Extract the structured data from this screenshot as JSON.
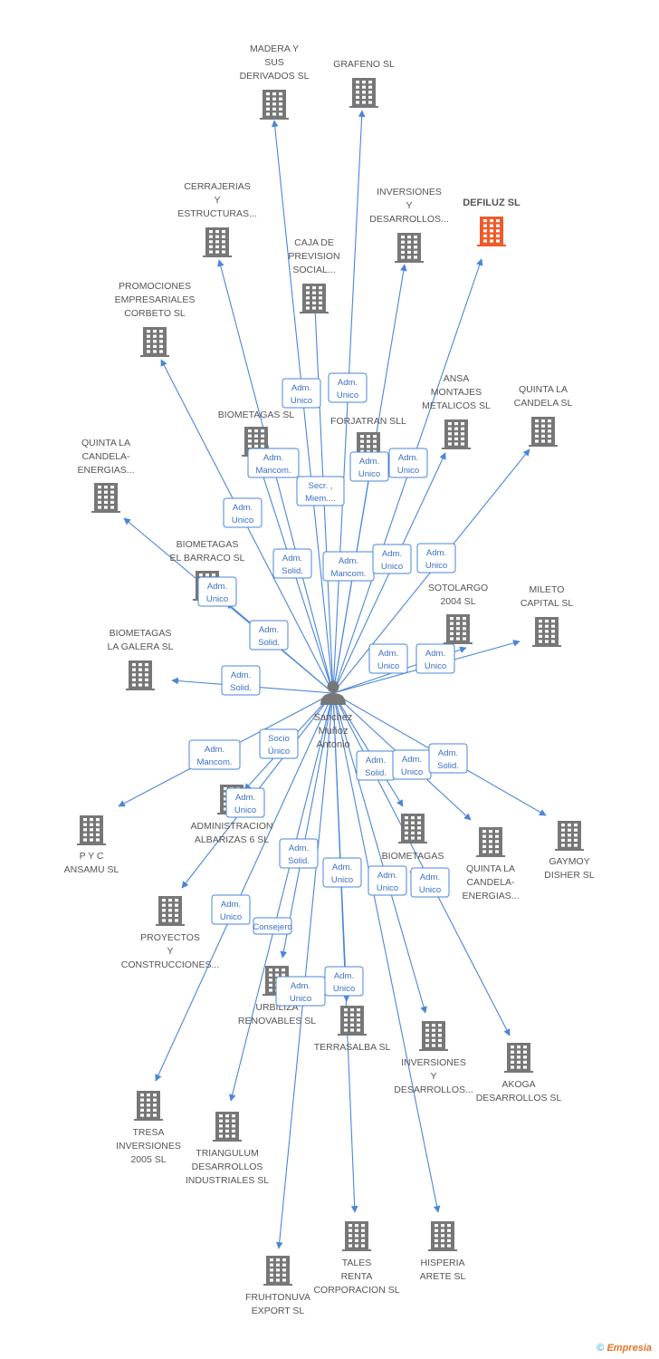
{
  "center": {
    "name": "Sanchez\nMuñoz\nAntonio",
    "icon": "person-icon"
  },
  "colors": {
    "edge": "#4a86d8",
    "building": "#777777",
    "highlight_building": "#f05a2a"
  },
  "nodes": [
    {
      "id": "madera",
      "label": "MADERA Y\nSUS\nDERIVADOS  SL",
      "icon": "building-icon"
    },
    {
      "id": "grafeno",
      "label": "GRAFENO SL",
      "icon": "building-icon"
    },
    {
      "id": "cerrajerias",
      "label": "CERRAJERIAS\nY\nESTRUCTURAS...",
      "icon": "building-icon"
    },
    {
      "id": "inversiones1",
      "label": "INVERSIONES\nY\nDESARROLLOS...",
      "icon": "building-icon"
    },
    {
      "id": "defiluz",
      "label": "DEFILUZ SL",
      "icon": "building-icon",
      "highlight": true
    },
    {
      "id": "caja",
      "label": "CAJA DE\nPREVISION\nSOCIAL...",
      "icon": "building-icon"
    },
    {
      "id": "promociones",
      "label": "PROMOCIONES\nEMPRESARIALES\nCORBETO SL",
      "icon": "building-icon"
    },
    {
      "id": "ansa",
      "label": "ANSA\nMONTAJES\nMETALICOS  SL",
      "icon": "building-icon"
    },
    {
      "id": "quinta1",
      "label": "QUINTA LA\nCANDELA SL",
      "icon": "building-icon"
    },
    {
      "id": "biometagas1",
      "label": "BIOMETAGAS SL",
      "icon": "building-icon"
    },
    {
      "id": "forjatran",
      "label": "FORJATRAN SLL",
      "icon": "building-icon"
    },
    {
      "id": "quinta2",
      "label": "QUINTA LA\nCANDELA-\nENERGIAS...",
      "icon": "building-icon"
    },
    {
      "id": "barraco",
      "label": "BIOMETAGAS\nEL BARRACO SL",
      "icon": "building-icon"
    },
    {
      "id": "sotolargo",
      "label": "SOTOLARGO\n2004 SL",
      "icon": "building-icon"
    },
    {
      "id": "mileto",
      "label": "MILETO\nCAPITAL SL",
      "icon": "building-icon"
    },
    {
      "id": "galera",
      "label": "BIOMETAGAS\nLA GALERA SL",
      "icon": "building-icon"
    },
    {
      "id": "pyc",
      "label": "P Y C\nANSAMU  SL",
      "icon": "building-icon"
    },
    {
      "id": "albarizas",
      "label": "ADMINISTRACION\nALBARIZAS 6 SL",
      "icon": "building-icon"
    },
    {
      "id": "biometagas2",
      "label": "BIOMETAGAS\n...",
      "icon": "building-icon"
    },
    {
      "id": "quinta3",
      "label": "QUINTA LA\nCANDELA-\nENERGIAS...",
      "icon": "building-icon"
    },
    {
      "id": "gaymoy",
      "label": "GAYMOY\nDISHER SL",
      "icon": "building-icon"
    },
    {
      "id": "proyectos",
      "label": "PROYECTOS\nY\nCONSTRUCCIONES...",
      "icon": "building-icon"
    },
    {
      "id": "urbiliza",
      "label": "URBILIZA\nRENOVABLES SL",
      "icon": "building-icon"
    },
    {
      "id": "terrasalba",
      "label": "TERRASALBA SL",
      "icon": "building-icon"
    },
    {
      "id": "inversiones2",
      "label": "INVERSIONES\nY\nDESARROLLOS...",
      "icon": "building-icon"
    },
    {
      "id": "akoga",
      "label": "AKOGA\nDESARROLLOS SL",
      "icon": "building-icon"
    },
    {
      "id": "tresa",
      "label": "TRESA\nINVERSIONES\n2005 SL",
      "icon": "building-icon"
    },
    {
      "id": "triangulum",
      "label": "TRIANGULUM\nDESARROLLOS\nINDUSTRIALES SL",
      "icon": "building-icon"
    },
    {
      "id": "tales",
      "label": "TALES\nRENTA\nCORPORACION SL",
      "icon": "building-icon"
    },
    {
      "id": "hisperia",
      "label": "HISPERIA\nARETE SL",
      "icon": "building-icon"
    },
    {
      "id": "fruhtonuva",
      "label": "FRUHTONUVA\nEXPORT SL",
      "icon": "building-icon"
    }
  ],
  "roles": [
    {
      "text": "Adm.\nUnico"
    },
    {
      "text": "Adm.\nUnico"
    },
    {
      "text": "Adm.\nUnico"
    },
    {
      "text": "Adm.\nUnico"
    },
    {
      "text": "Adm.\nMancom."
    },
    {
      "text": "Secr. ,\nMiem...."
    },
    {
      "text": "Adm.\nUnico"
    },
    {
      "text": "Adm.\nSolid."
    },
    {
      "text": "Adm.\nMancom."
    },
    {
      "text": "Adm.\nUnico"
    },
    {
      "text": "Adm.\nUnico"
    },
    {
      "text": "Adm.\nUnico"
    },
    {
      "text": "Adm.\nSolid."
    },
    {
      "text": "Adm.\nUnico"
    },
    {
      "text": "Adm.\nUnico"
    },
    {
      "text": "Adm.\nSolid."
    },
    {
      "text": "Adm.\nMancom."
    },
    {
      "text": "Socio\nÚnico"
    },
    {
      "text": "Adm.\nUnico"
    },
    {
      "text": "Adm.\nSolid."
    },
    {
      "text": "Adm.\nUnico"
    },
    {
      "text": "Adm.\nSolid."
    },
    {
      "text": "Adm.\nSolid."
    },
    {
      "text": "Adm.\nUnico"
    },
    {
      "text": "Adm.\nUnico"
    },
    {
      "text": "Adm.\nUnico"
    },
    {
      "text": "Adm.\nUnico"
    },
    {
      "text": "Consejero"
    },
    {
      "text": "Adm.\nUnico"
    },
    {
      "text": "Adm.\nUnico"
    }
  ],
  "footer": {
    "copyright": "©",
    "brand": "Empresia"
  }
}
